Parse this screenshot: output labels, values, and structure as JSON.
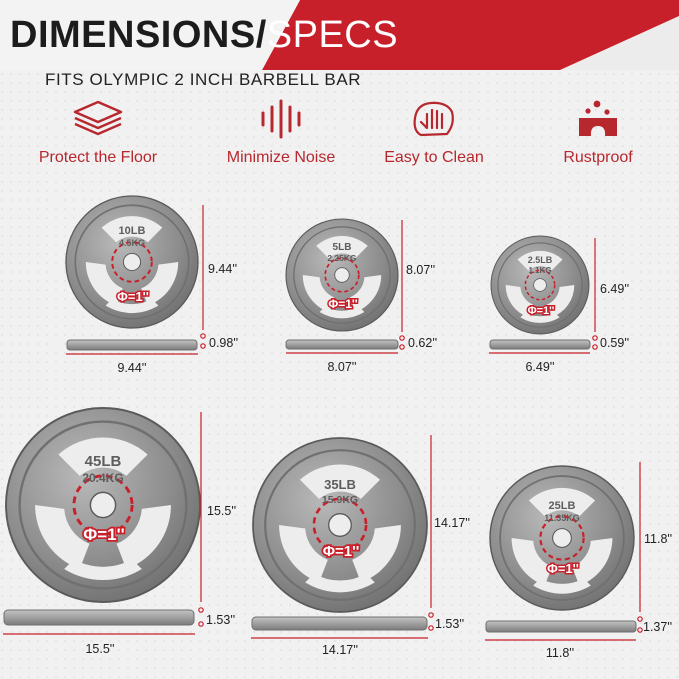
{
  "header": {
    "title_bold": "DIMENSIONS/",
    "title_light": "SPECS",
    "subtitle": "FITS OLYMPIC 2 INCH BARBELL BAR",
    "accent_color": "#c8202a"
  },
  "features": [
    {
      "icon": "layers-icon",
      "label": "Protect the Floor"
    },
    {
      "icon": "sound-wave-icon",
      "label": "Minimize Noise"
    },
    {
      "icon": "hand-wipe-icon",
      "label": "Easy to Clean"
    },
    {
      "icon": "rust-droplets-icon",
      "label": "Rustproof"
    }
  ],
  "plates": [
    {
      "lb": "10LB",
      "kg": "4.5KG",
      "hole": "Φ=1''",
      "diameter": "9.44''",
      "width": "9.44''",
      "thickness": "0.98''"
    },
    {
      "lb": "5LB",
      "kg": "2.25KG",
      "hole": "Φ=1''",
      "diameter": "8.07''",
      "width": "8.07''",
      "thickness": "0.62''"
    },
    {
      "lb": "2.5LB",
      "kg": "1.1KG",
      "hole": "Φ=1''",
      "diameter": "6.49''",
      "width": "6.49''",
      "thickness": "0.59''"
    },
    {
      "lb": "45LB",
      "kg": "20.4KG",
      "hole": "Φ=1''",
      "diameter": "15.5''",
      "width": "15.5''",
      "thickness": "1.53''"
    },
    {
      "lb": "35LB",
      "kg": "15.9KG",
      "hole": "Φ=1''",
      "diameter": "14.17''",
      "width": "14.17''",
      "thickness": "1.53''"
    },
    {
      "lb": "25LB",
      "kg": "11.35KG",
      "hole": "Φ=1''",
      "diameter": "11.8''",
      "width": "11.8''",
      "thickness": "1.37''"
    }
  ]
}
